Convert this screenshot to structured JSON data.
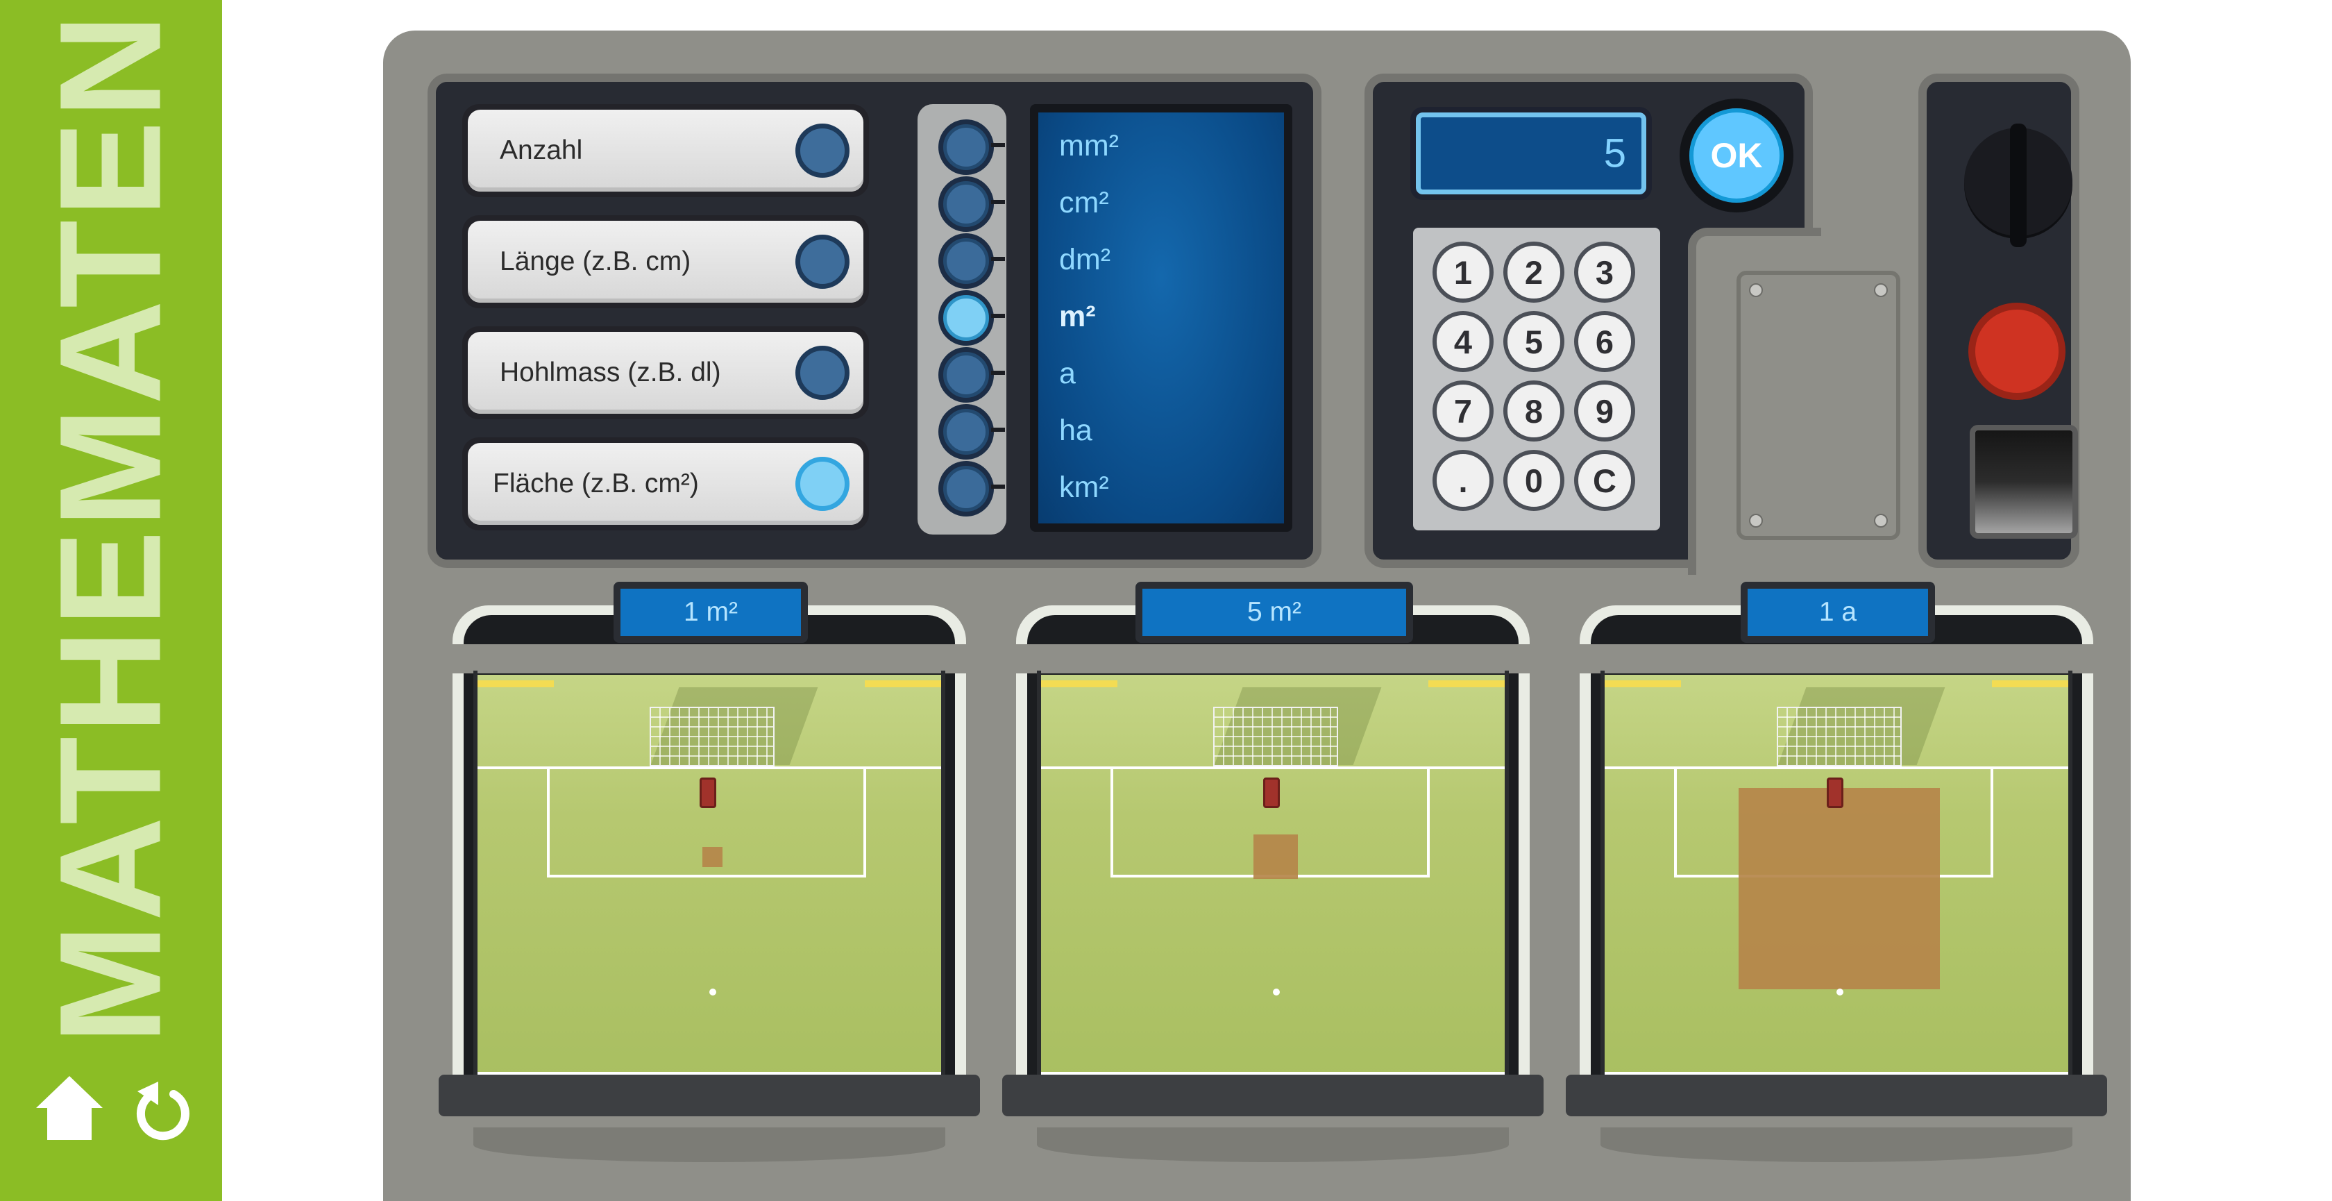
{
  "sidebar": {
    "title": "MATHEMATEN",
    "home_icon": "home-icon",
    "undo_icon": "undo-icon",
    "color": "#8bbd25"
  },
  "categories": [
    {
      "label": "Anzahl",
      "active": false
    },
    {
      "label": "Länge (z.B. cm)",
      "active": false
    },
    {
      "label": "Hohlmass (z.B. dl)",
      "active": false
    },
    {
      "label": "Fläche (z.B. cm²)",
      "active": true
    }
  ],
  "units": [
    {
      "label": "mm²",
      "selected": false
    },
    {
      "label": "cm²",
      "selected": false
    },
    {
      "label": "dm²",
      "selected": false
    },
    {
      "label": "m²",
      "selected": true
    },
    {
      "label": "a",
      "selected": false
    },
    {
      "label": "ha",
      "selected": false
    },
    {
      "label": "km²",
      "selected": false
    }
  ],
  "calculator": {
    "display_value": "5",
    "ok_label": "OK",
    "keys": [
      "1",
      "2",
      "3",
      "4",
      "5",
      "6",
      "7",
      "8",
      "9",
      ".",
      "0",
      "C"
    ]
  },
  "fields": [
    {
      "label": "1 m²",
      "area_value": 1,
      "area_unit": "m²"
    },
    {
      "label": "5 m²",
      "area_value": 5,
      "area_unit": "m²"
    },
    {
      "label": "1 a",
      "area_value": 100,
      "area_unit": "m²"
    }
  ],
  "colors": {
    "accent_active": "#7fd0f5",
    "led_inactive": "#3e6d9b",
    "area_fill": "#b5864a",
    "display_bg": "#0d4d8a",
    "stop_button": "#cf3322"
  }
}
